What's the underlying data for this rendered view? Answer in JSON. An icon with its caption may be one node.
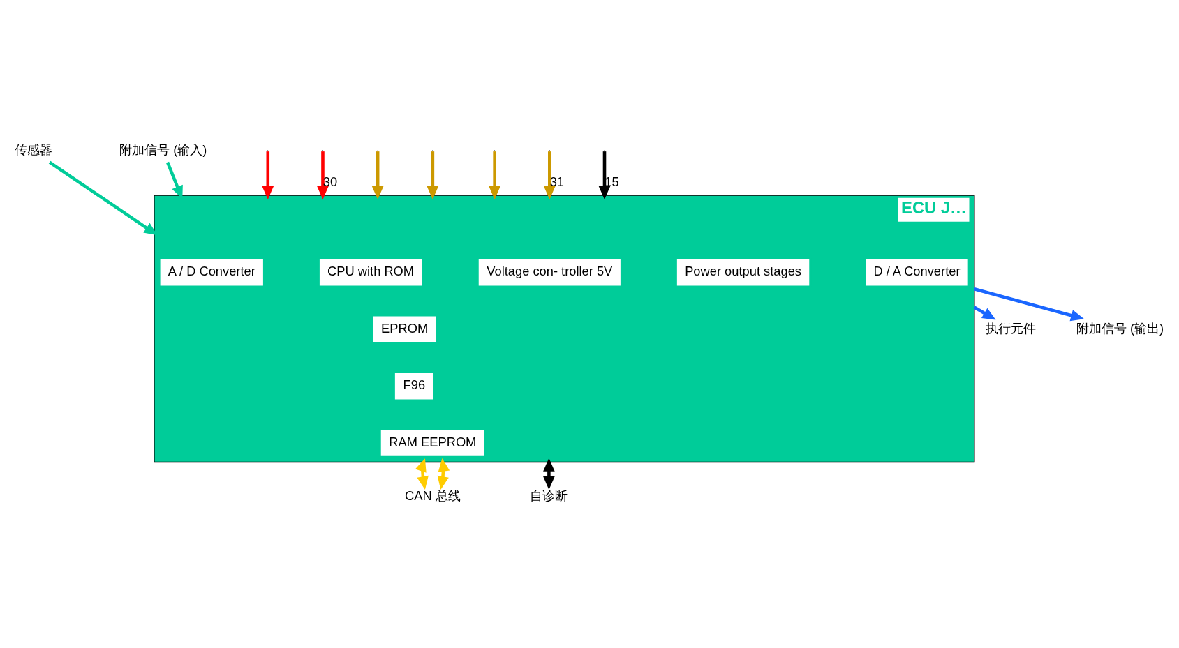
{
  "diagram": {
    "nodes": [
      {
        "text": [
          "ECU J…"
        ]
      },
      {
        "text": [
          "A / D Converter"
        ],
        "in": 0
      },
      {
        "text": [
          "CPU with ROM"
        ],
        "in": 0
      },
      {
        "text": [
          "EPROM"
        ],
        "in": 0
      },
      {
        "text": [
          "F96"
        ],
        "in": 0
      },
      {
        "text": [
          "RAM EEPROM"
        ],
        "in": 0
      },
      {
        "text": [
          "Voltage con- troller 5V"
        ],
        "in": 0
      },
      {
        "text": [
          "Power output stages"
        ],
        "in": 0
      },
      {
        "text": [
          "D / A Converter"
        ],
        "in": 0
      },
      {
        "text": [
          "传感器"
        ]
      },
      {
        "text": [
          "附加信号 (输入)"
        ]
      },
      {
        "text": [
          "执行元件"
        ]
      },
      {
        "text": [
          "附加信号 (输出)"
        ]
      },
      {
        "text": [
          "CAN 总线"
        ]
      },
      {
        "text": [
          "自诊断"
        ]
      }
    ],
    "edges": [
      {
        "from": null,
        "to": 0,
        "arrow": "to",
        "color": "#ff0000"
      },
      {
        "from": null,
        "to": 0,
        "arrow": "to",
        "color": "#ff0000",
        "label": "30"
      },
      {
        "from": null,
        "to": 0,
        "arrow": "to",
        "color": "#cc9900"
      },
      {
        "from": null,
        "to": 0,
        "arrow": "to",
        "color": "#cc9900"
      },
      {
        "from": null,
        "to": 0,
        "arrow": "to",
        "color": "#cc9900"
      },
      {
        "from": null,
        "to": 0,
        "arrow": "to",
        "color": "#cc9900",
        "label": "31"
      },
      {
        "from": null,
        "to": 0,
        "arrow": "to",
        "color": "#000000",
        "label": "15"
      },
      {
        "from": 9,
        "to": 0,
        "arrow": "to",
        "color": "#00cc99"
      },
      {
        "from": 10,
        "to": 0,
        "arrow": "to",
        "color": "#00cc99"
      },
      {
        "from": 0,
        "to": 11,
        "arrow": "to",
        "color": "#1a66ff"
      },
      {
        "from": 0,
        "to": 12,
        "arrow": "to",
        "color": "#1a66ff"
      },
      {
        "from": 0,
        "to": 13,
        "arrow": "both",
        "color": "#ffcc00"
      },
      {
        "from": 0,
        "to": 13,
        "arrow": "both",
        "color": "#ffcc00"
      },
      {
        "from": 0,
        "to": 14,
        "arrow": "both",
        "color": "#000000"
      }
    ]
  }
}
